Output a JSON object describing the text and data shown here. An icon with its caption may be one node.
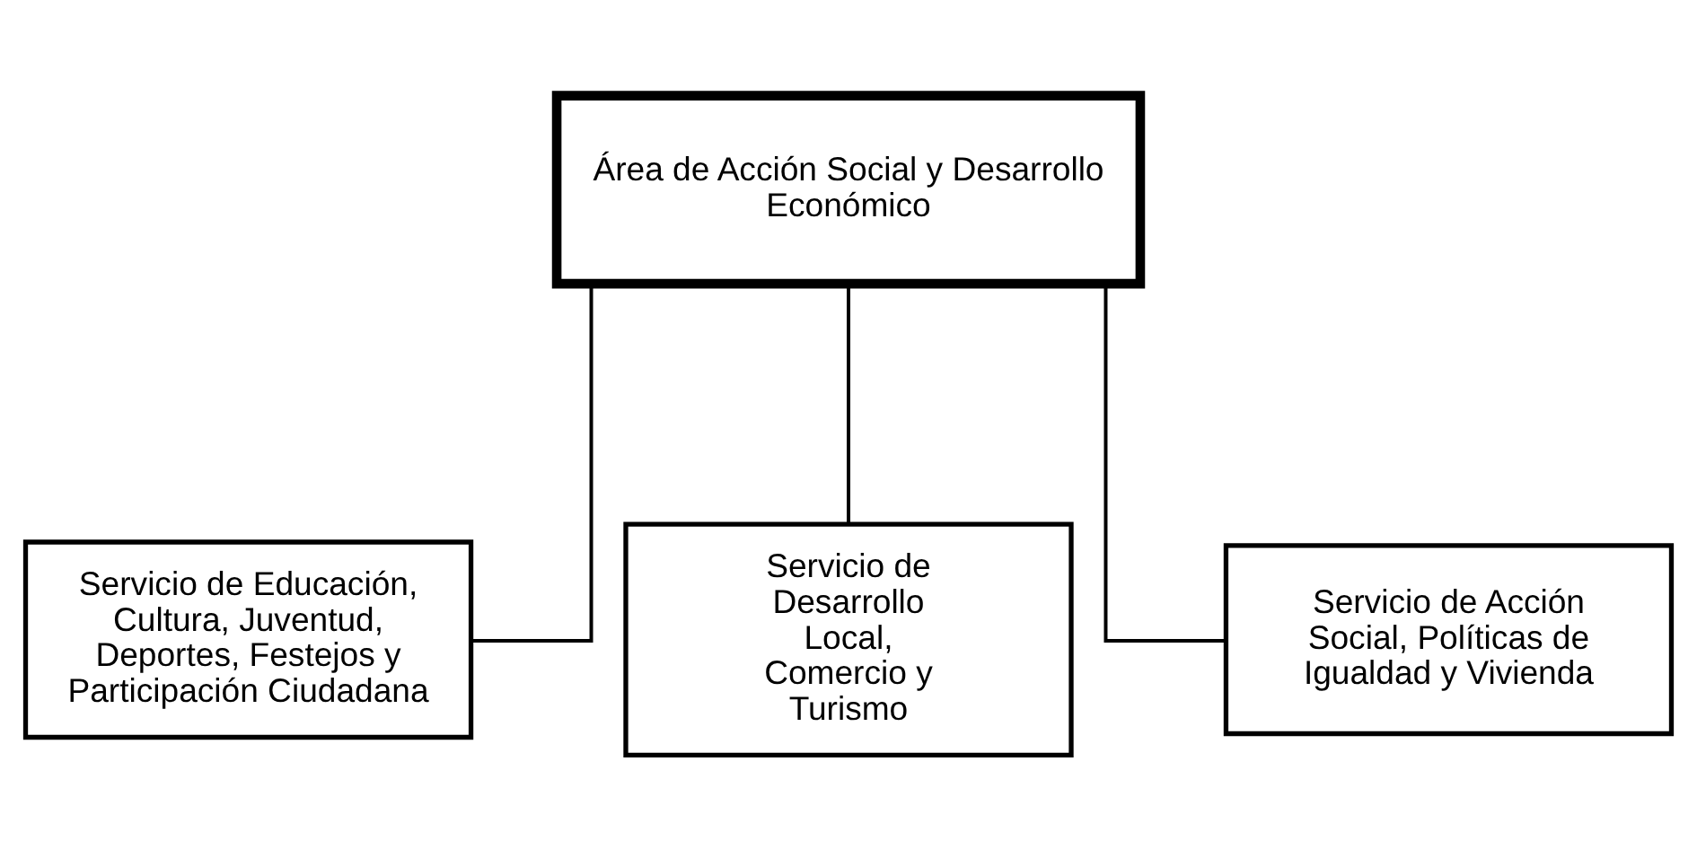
{
  "diagram": {
    "nodes": [
      {
        "text": [
          "Área de Acción Social y Desarrollo Económico"
        ]
      },
      {
        "text": [
          "Servicio de Educación, Cultura, Juventud, Deportes, Festejos y Participación Ciudadana"
        ]
      },
      {
        "text": [
          "Servicio de Desarrollo Local, Comercio y Turismo"
        ]
      },
      {
        "text": [
          "Servicio de Acción Social, Políticas de Igualdad y Vivienda"
        ]
      }
    ],
    "edges": [
      {
        "from": 0,
        "to": 1,
        "arrow": "none"
      },
      {
        "from": 0,
        "to": 2,
        "arrow": "none"
      },
      {
        "from": 0,
        "to": 3,
        "arrow": "none"
      }
    ]
  }
}
